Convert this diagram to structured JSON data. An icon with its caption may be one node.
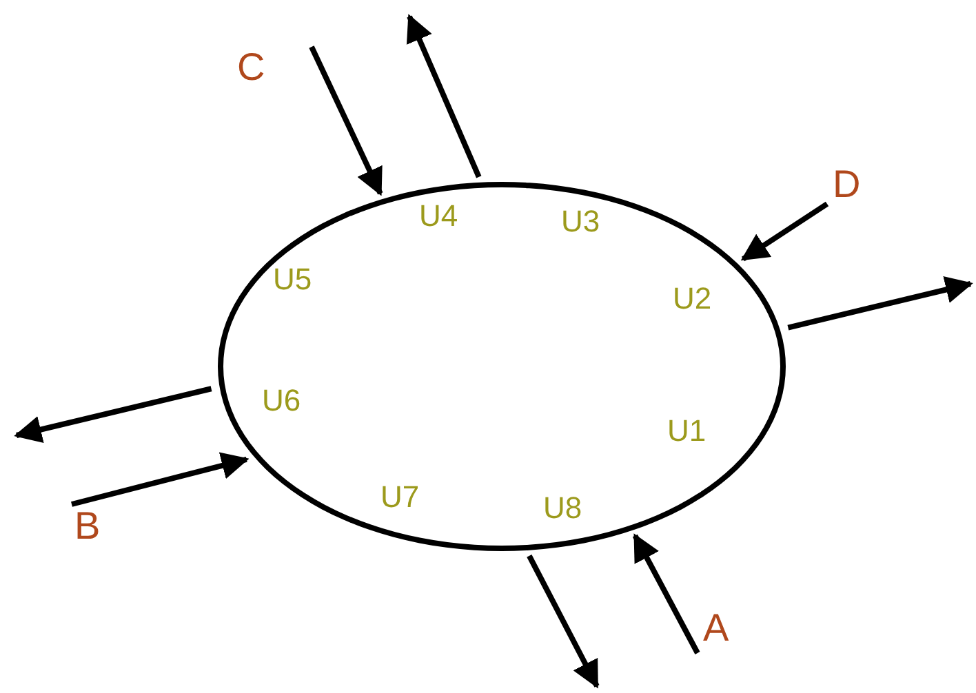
{
  "diagram": {
    "nodes": [
      {
        "text": [
          "U1",
          "U2",
          "U3",
          "U4",
          "U5",
          "U6",
          "U7",
          "U8"
        ]
      },
      {
        "text": [
          "A"
        ]
      },
      {
        "text": [
          "B"
        ]
      },
      {
        "text": [
          "C"
        ]
      },
      {
        "text": [
          "D"
        ]
      }
    ],
    "edges": [
      {
        "from": 1,
        "to": 0,
        "arrow": "to"
      },
      {
        "from": 0,
        "to": null,
        "arrow": "to"
      },
      {
        "from": 2,
        "to": 0,
        "arrow": "to"
      },
      {
        "from": 0,
        "to": null,
        "arrow": "to"
      },
      {
        "from": 3,
        "to": 0,
        "arrow": "to"
      },
      {
        "from": 0,
        "to": null,
        "arrow": "to"
      },
      {
        "from": 4,
        "to": 0,
        "arrow": "to"
      },
      {
        "from": 0,
        "to": null,
        "arrow": "to"
      }
    ]
  }
}
